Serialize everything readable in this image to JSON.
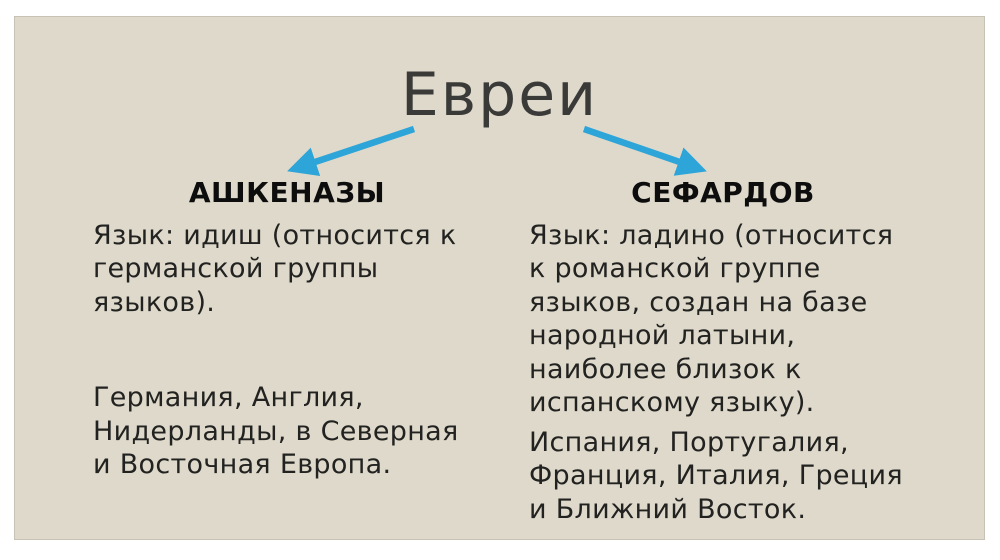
{
  "colors": {
    "page_background": "#ffffff",
    "slide_background": "#ded9cb",
    "arrow": "#2da5d8",
    "title_text": "#3a3a38",
    "heading_text": "#0d0d0d",
    "body_text": "#222220"
  },
  "title": "Евреи",
  "icons": {
    "left_arrow": "blue-diagonal-arrow-down-left",
    "right_arrow": "blue-diagonal-arrow-down-right"
  },
  "columns": [
    {
      "heading": "АШКЕНАЗЫ",
      "paragraphs": [
        "Язык: идиш (относится к германской группы языков).",
        "Германия, Англия, Нидерланды, в Северная и Восточная Европа."
      ]
    },
    {
      "heading": "СЕФАРДОВ",
      "paragraphs": [
        "Язык: ладино (относится к романской группе языков, создан на базе народной латыни, наиболее близок к испанскому языку).",
        "Испания, Португалия, Франция, Италия, Греция и Ближний Восток."
      ]
    }
  ]
}
